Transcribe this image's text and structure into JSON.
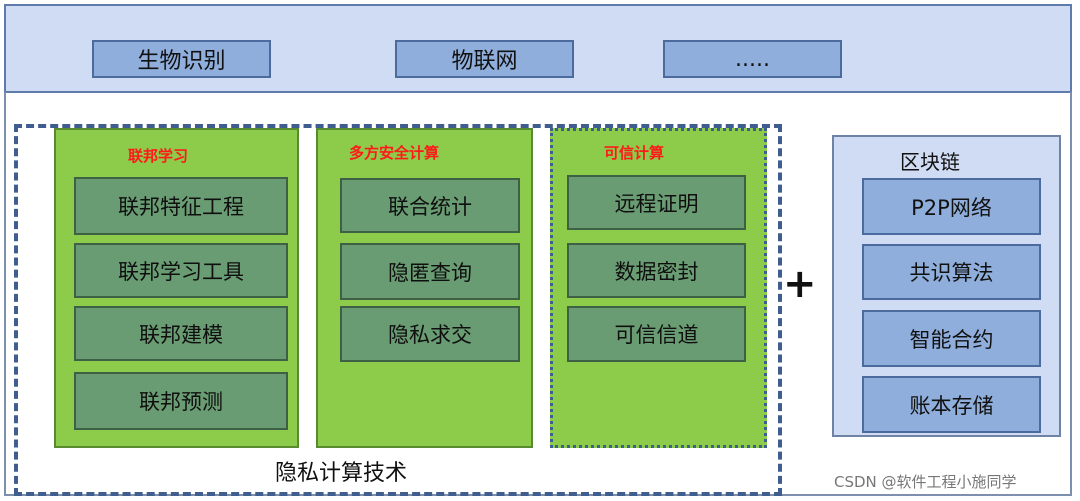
{
  "top_layer": {
    "items": [
      "生物识别",
      "物联网",
      "....."
    ]
  },
  "privacy_computing": {
    "label": "隐私计算技术",
    "columns": [
      {
        "title": "联邦学习",
        "items": [
          "联邦特征工程",
          "联邦学习工具",
          "联邦建模",
          "联邦预测"
        ]
      },
      {
        "title": "多方安全计算",
        "items": [
          "联合统计",
          "隐匿查询",
          "隐私求交"
        ]
      },
      {
        "title": "可信计算",
        "items": [
          "远程证明",
          "数据密封",
          "可信信道"
        ]
      }
    ]
  },
  "operator": "+",
  "blockchain": {
    "title": "区块链",
    "items": [
      "P2P网络",
      "共识算法",
      "智能合约",
      "账本存储"
    ]
  },
  "watermark": "CSDN @软件工程小施同学",
  "colors": {
    "top_band": "#cfdcf3",
    "box_blue": "#8faedb",
    "column_green": "#8ccc4a",
    "item_green": "#6a9c73",
    "column_title": "#ff1a1a",
    "dashed_border": "#3f5d8f"
  }
}
